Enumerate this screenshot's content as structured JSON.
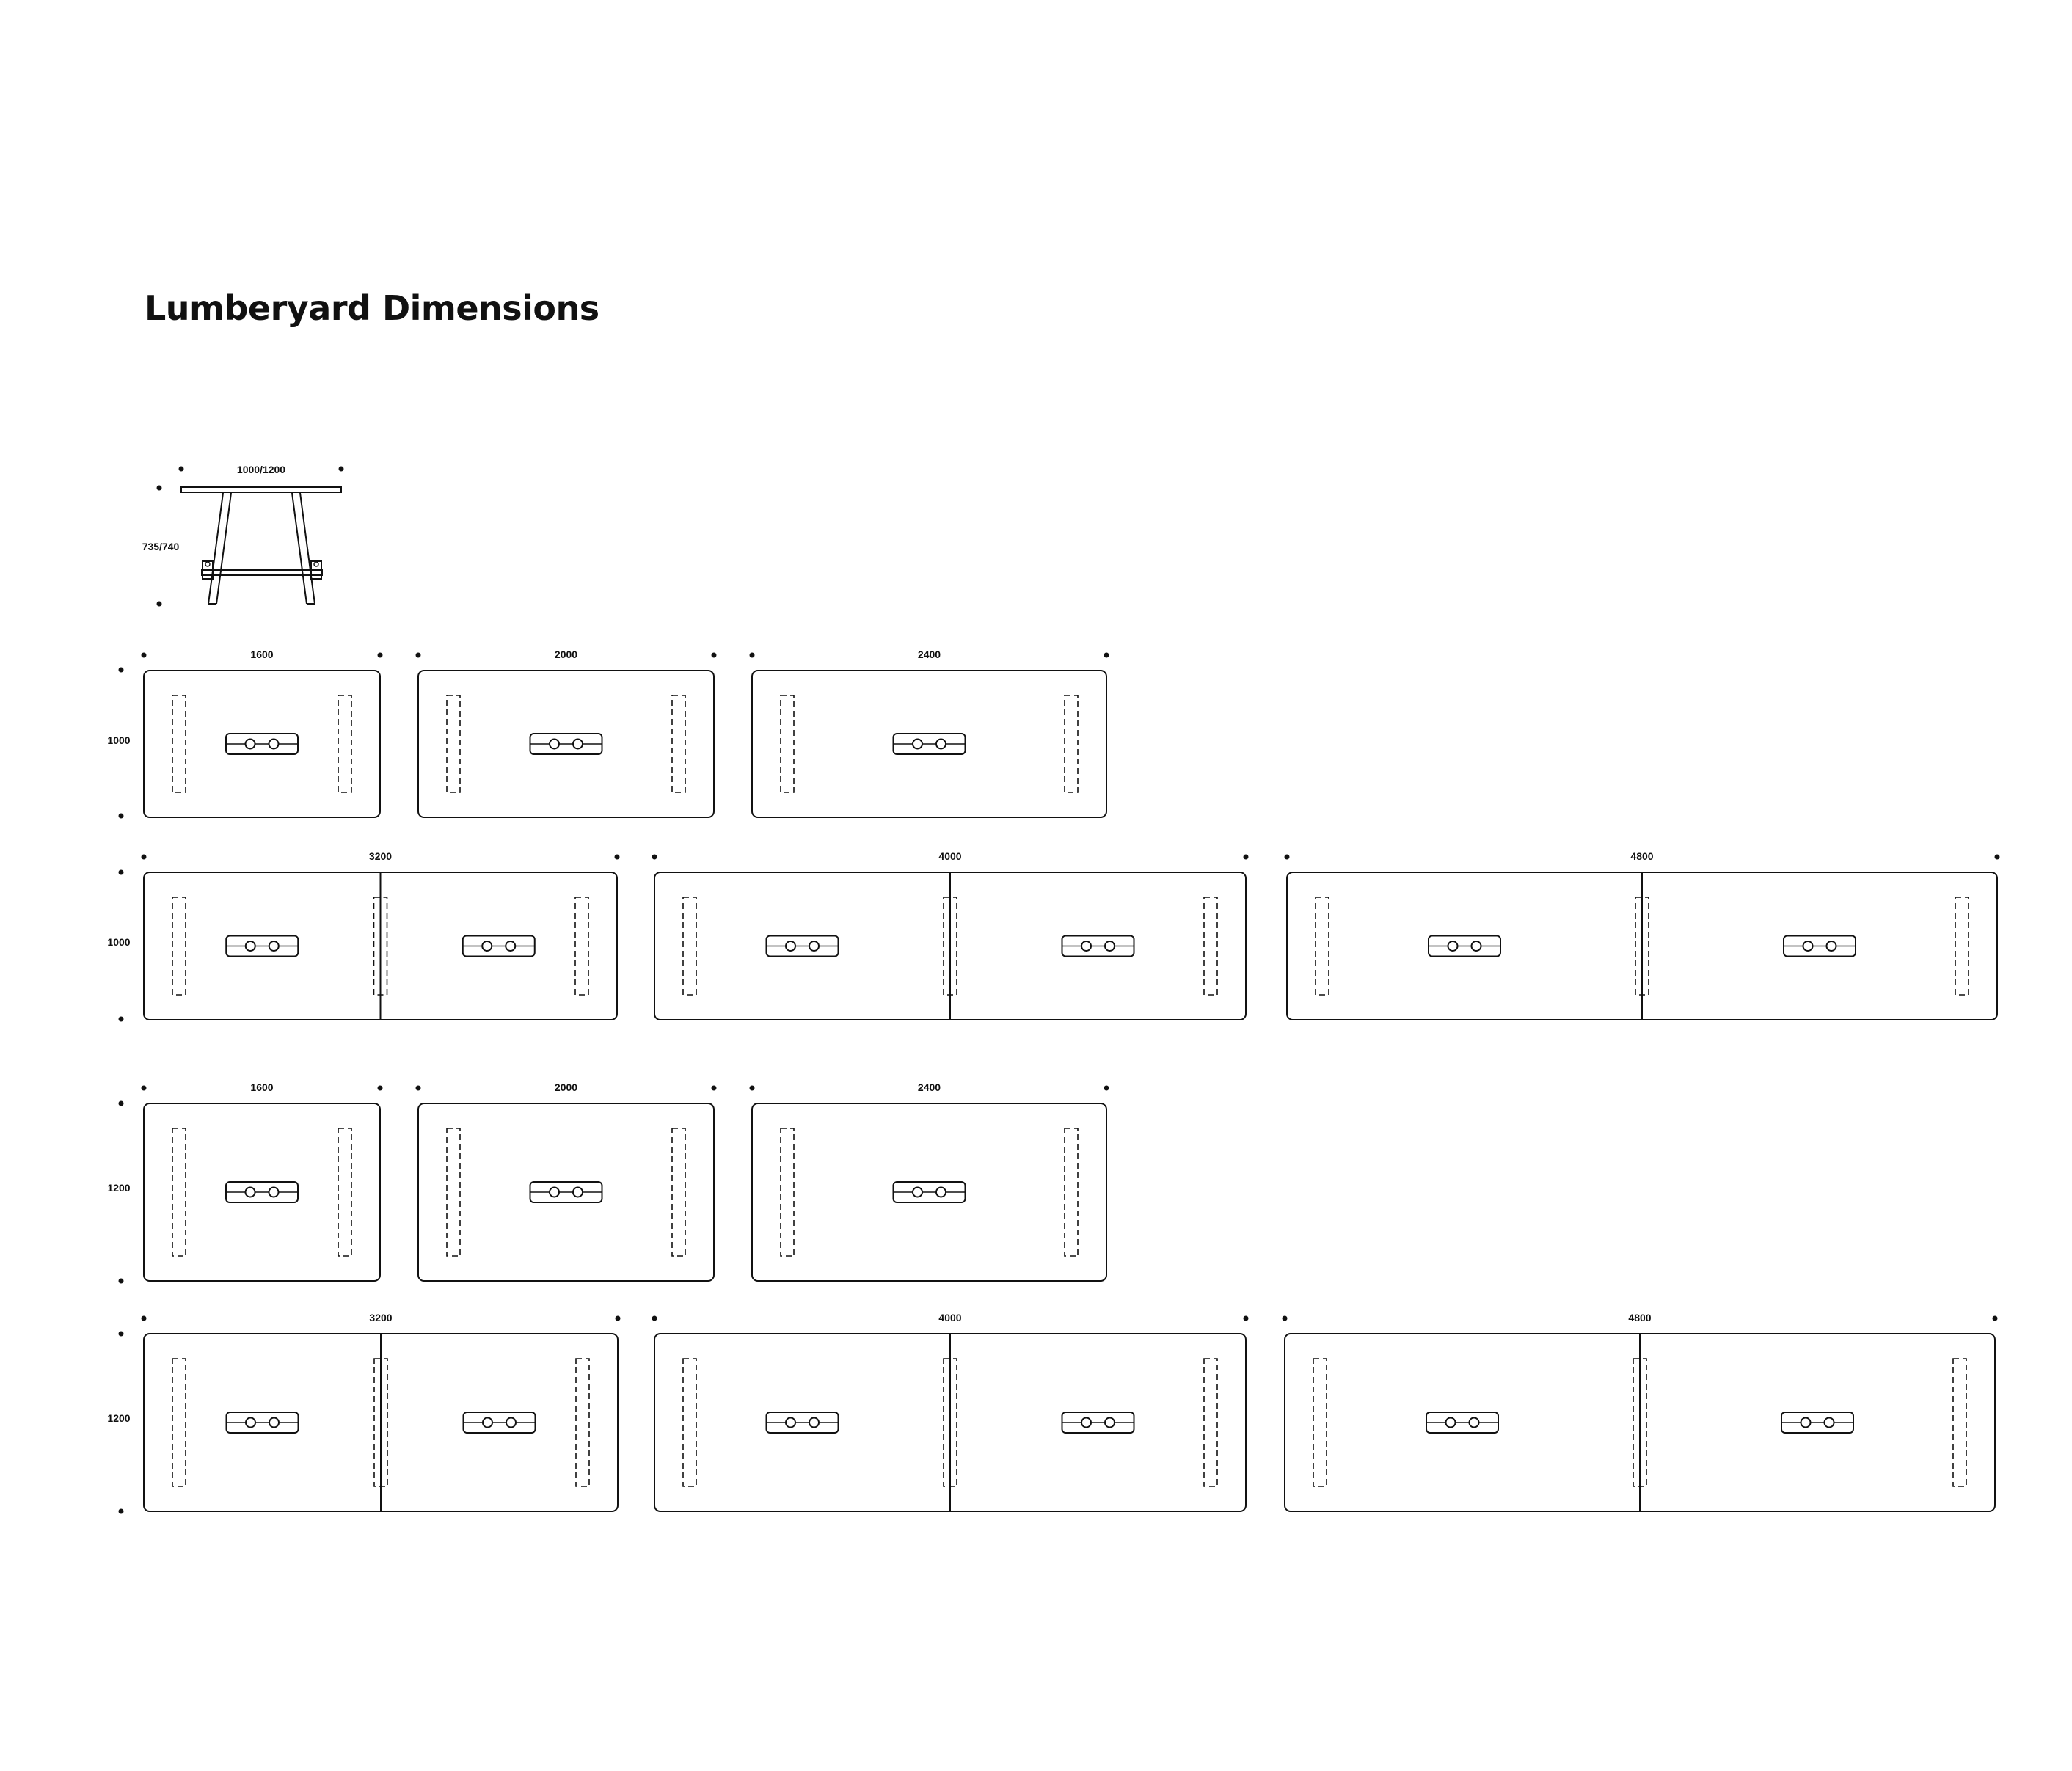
{
  "title": "Lumberyard Dimensions",
  "side_view": {
    "width_label": "1000/1200",
    "height_label": "735/740"
  },
  "rows": [
    {
      "depth_label": "1000",
      "tables": [
        {
          "length_label": "1600",
          "modules": 1
        },
        {
          "length_label": "2000",
          "modules": 1
        },
        {
          "length_label": "2400",
          "modules": 1
        }
      ]
    },
    {
      "depth_label": "1000",
      "tables": [
        {
          "length_label": "3200",
          "modules": 2
        },
        {
          "length_label": "4000",
          "modules": 2
        },
        {
          "length_label": "4800",
          "modules": 2
        }
      ]
    },
    {
      "depth_label": "1200",
      "tables": [
        {
          "length_label": "1600",
          "modules": 1
        },
        {
          "length_label": "2000",
          "modules": 1
        },
        {
          "length_label": "2400",
          "modules": 1
        }
      ]
    },
    {
      "depth_label": "1200",
      "tables": [
        {
          "length_label": "3200",
          "modules": 2
        },
        {
          "length_label": "4000",
          "modules": 2
        },
        {
          "length_label": "4800",
          "modules": 2
        }
      ]
    }
  ]
}
